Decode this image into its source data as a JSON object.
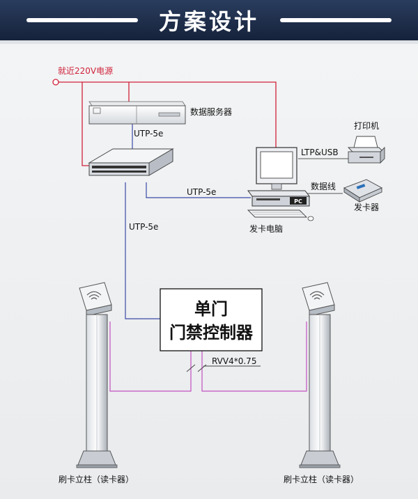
{
  "title": "方案设计",
  "colors": {
    "title_bar": "#1e2e4a",
    "power_line": "#d0223a",
    "network_line": "#3a4aa6",
    "card_line": "#c24fc0",
    "controller_border": "#111111"
  },
  "labels": {
    "power": "就近220V电源",
    "server": "数据服务器",
    "utp_top": "UTP-5e",
    "utp_mid": "UTP-5e",
    "utp_left": "UTP-5e",
    "ltp_usb": "LTP&USB",
    "printer": "打印机",
    "data_line": "数据线",
    "card_issuer": "发卡器",
    "pc_badge": "PC",
    "card_pc": "发卡电脑",
    "controller_line1": "单门",
    "controller_line2": "门禁控制器",
    "rvv": "RVV4*0.75",
    "reader_left": "刷卡立柱（读卡器）",
    "reader_right": "刷卡立柱（读卡器）"
  }
}
